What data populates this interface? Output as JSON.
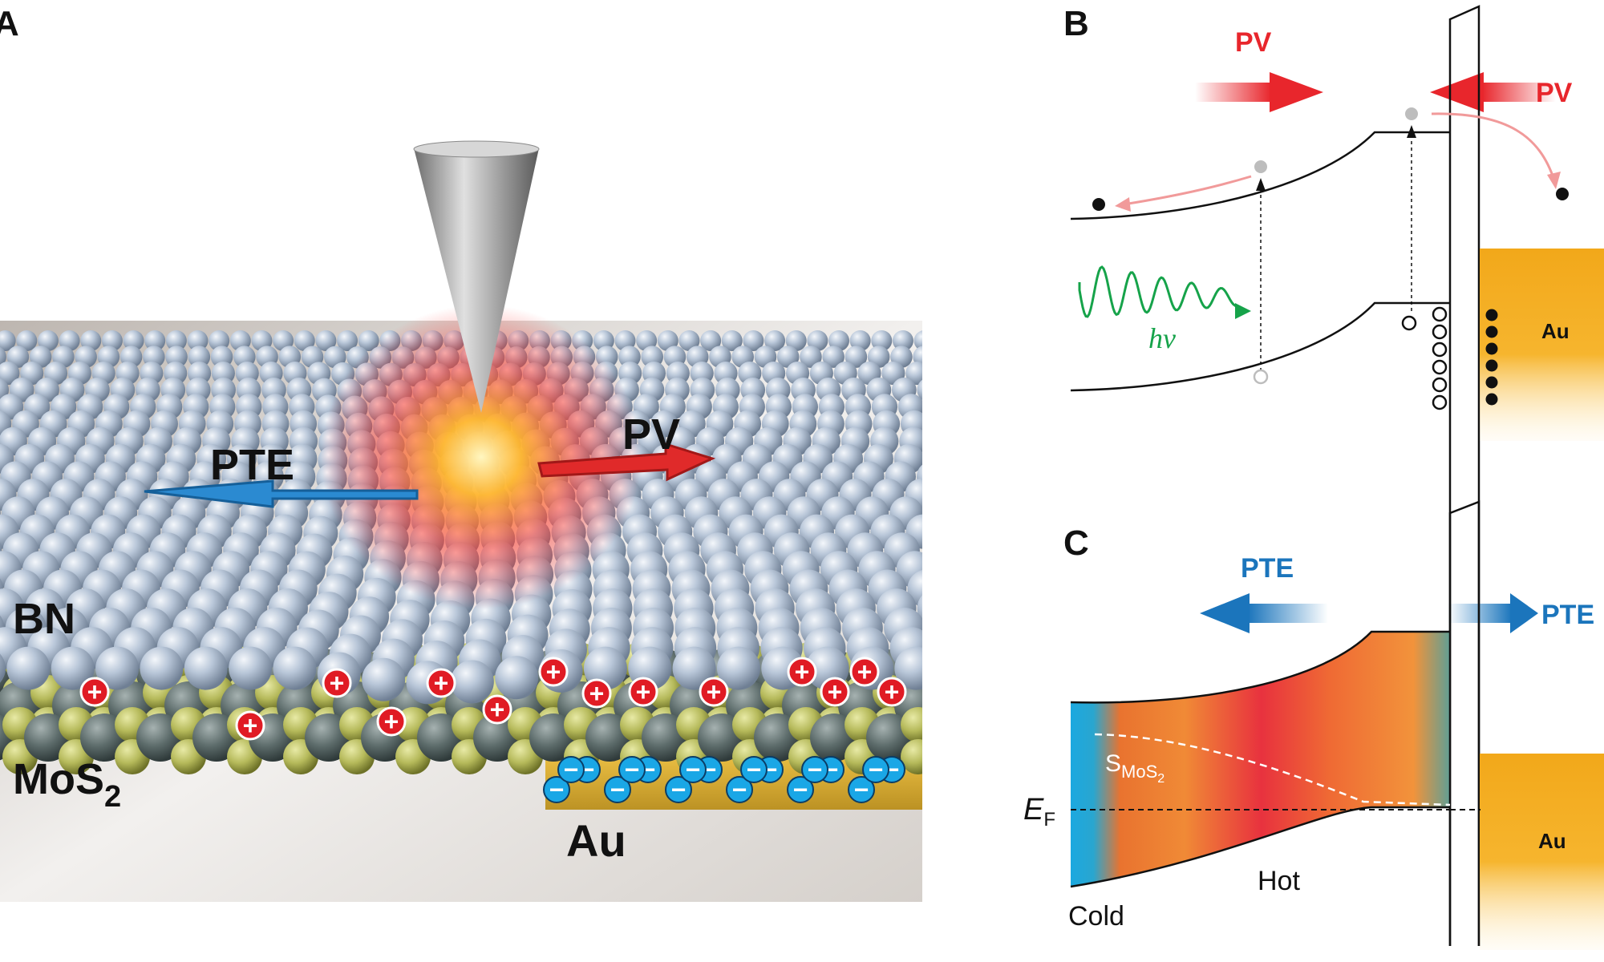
{
  "panels": {
    "a": {
      "letter": "A",
      "labels": {
        "bn": "BN",
        "mos2_base": "MoS",
        "mos2_sub": "2",
        "au": "Au"
      },
      "arrows": {
        "pte": "PTE",
        "pv": "PV"
      },
      "charges": {
        "plus": "+",
        "minus": "−"
      }
    },
    "b": {
      "letter": "B",
      "arrow_left": "PV",
      "arrow_right": "PV",
      "photon": "hν",
      "au": "Au"
    },
    "c": {
      "letter": "C",
      "arrow_left": "PTE",
      "arrow_right": "PTE",
      "seebeck_base": "S",
      "seebeck_sub": "MoS",
      "seebeck_sub2": "2",
      "fermi_base": "E",
      "fermi_sub": "F",
      "hot": "Hot",
      "cold": "Cold",
      "au": "Au"
    }
  },
  "colors": {
    "pv_red": "#e8262c",
    "pte_blue": "#1b75bc",
    "photon_green": "#16a34a",
    "gold": "#f2a81a",
    "hbn": "#b8c6d8",
    "mos2_s": "#b5b95a",
    "mos2_mo": "#5c6b6a"
  }
}
